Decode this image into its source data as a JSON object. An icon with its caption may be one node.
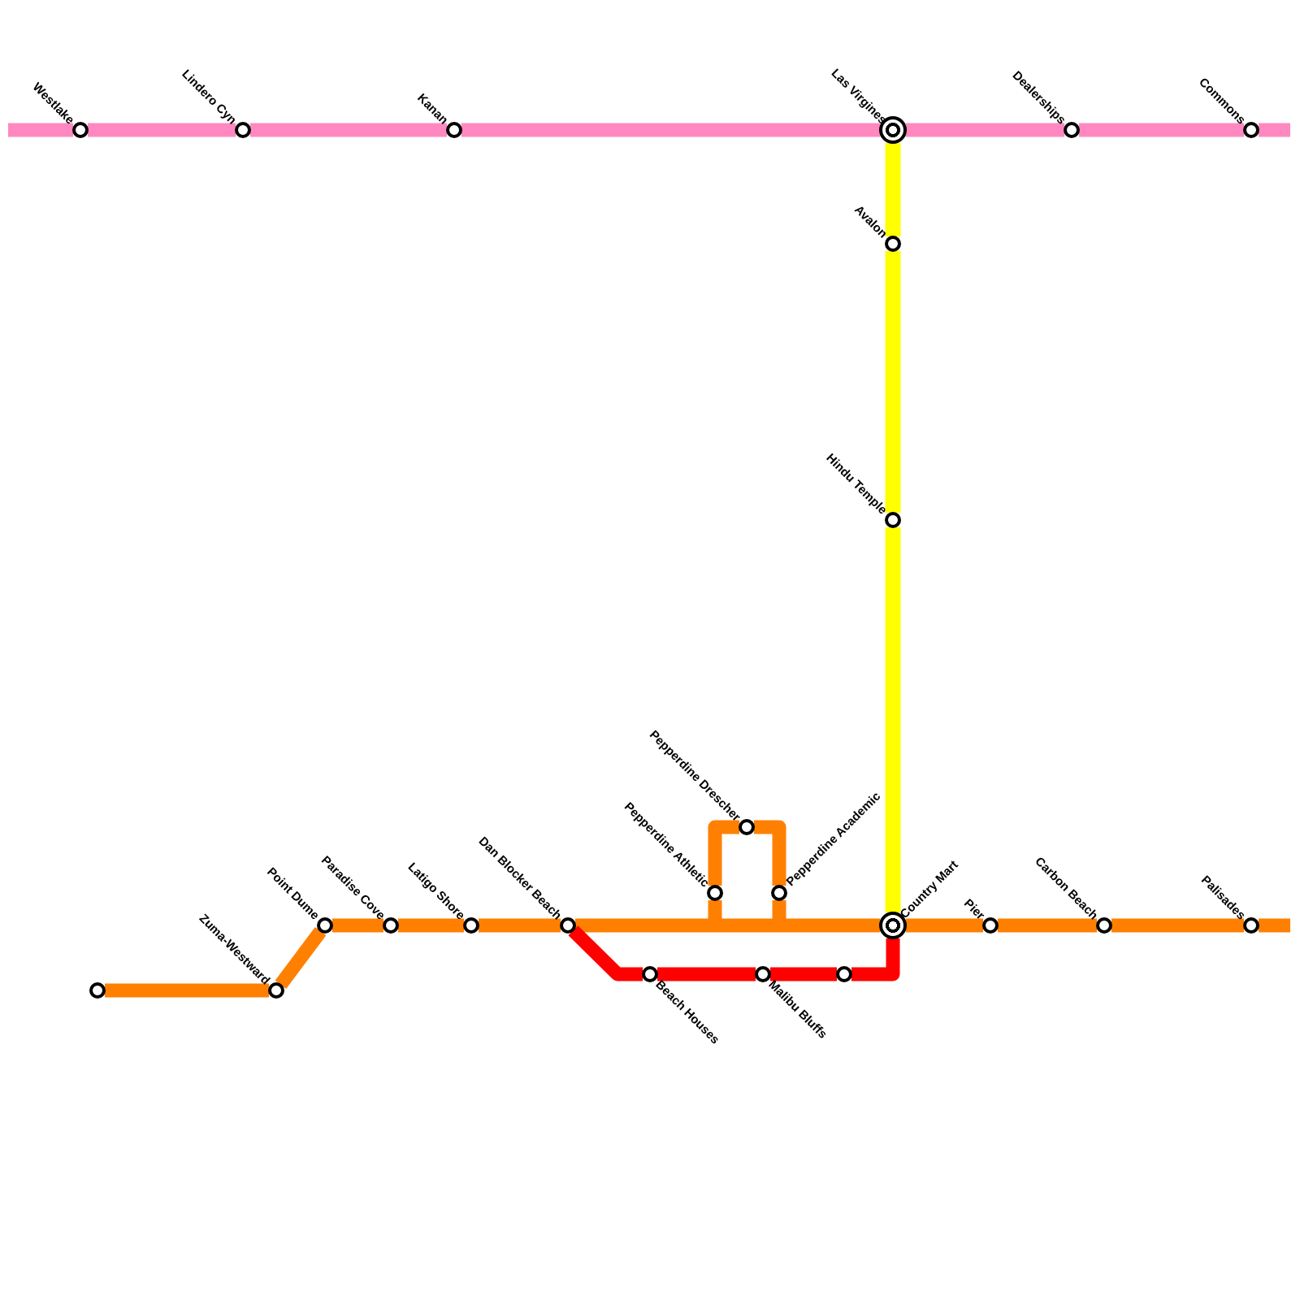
{
  "diagram": {
    "nodes": [
      {
        "text": [
          "Westlake"
        ]
      },
      {
        "text": [
          "Lindero Cyn"
        ]
      },
      {
        "text": [
          "Kanan"
        ]
      },
      {
        "text": [
          "Las Virgines"
        ]
      },
      {
        "text": [
          "Dealerships"
        ]
      },
      {
        "text": [
          "Commons"
        ]
      },
      {
        "text": [
          "Avalon"
        ]
      },
      {
        "text": [
          "Hindu Temple"
        ]
      },
      {
        "text": [],
        "shape": "circle"
      },
      {
        "text": [
          "Zuma-Westward"
        ]
      },
      {
        "text": [
          "Point Dume"
        ]
      },
      {
        "text": [
          "Paradise Cove"
        ]
      },
      {
        "text": [
          "Latigo Shore"
        ]
      },
      {
        "text": [
          "Dan Blocker Beach"
        ]
      },
      {
        "text": [
          "Pepperdine Drescher"
        ]
      },
      {
        "text": [
          "Pepperdine Athletic"
        ]
      },
      {
        "text": [
          "Pepperdine Academic"
        ]
      },
      {
        "text": [
          "Country Mart"
        ]
      },
      {
        "text": [
          "Pier"
        ]
      },
      {
        "text": [
          "Carbon Beach"
        ]
      },
      {
        "text": [
          "Palisades"
        ]
      },
      {
        "text": [
          "Beach Houses"
        ]
      },
      {
        "text": [
          "Malibu Bluffs"
        ]
      },
      {
        "text": [],
        "shape": "circle"
      }
    ],
    "edges": [
      {
        "from": null,
        "to": 0,
        "arrow": "none",
        "color": "#ff88c0"
      },
      {
        "from": 0,
        "to": 1,
        "arrow": "none",
        "color": "#ff88c0"
      },
      {
        "from": 1,
        "to": 2,
        "arrow": "none",
        "color": "#ff88c0"
      },
      {
        "from": 2,
        "to": 3,
        "arrow": "none",
        "color": "#ff88c0"
      },
      {
        "from": 3,
        "to": 4,
        "arrow": "none",
        "color": "#ff88c0"
      },
      {
        "from": 4,
        "to": 5,
        "arrow": "none",
        "color": "#ff88c0"
      },
      {
        "from": 5,
        "to": null,
        "arrow": "none",
        "color": "#ff88c0"
      },
      {
        "from": 3,
        "to": 6,
        "arrow": "none",
        "color": "#ffff00"
      },
      {
        "from": 6,
        "to": 7,
        "arrow": "none",
        "color": "#ffff00"
      },
      {
        "from": 7,
        "to": 17,
        "arrow": "none",
        "color": "#ffff00"
      },
      {
        "from": 8,
        "to": 9,
        "arrow": "none"
      },
      {
        "from": 9,
        "to": 10,
        "arrow": "none"
      },
      {
        "from": 10,
        "to": 11,
        "arrow": "none"
      },
      {
        "from": 11,
        "to": 12,
        "arrow": "none"
      },
      {
        "from": 12,
        "to": 13,
        "arrow": "none"
      },
      {
        "from": 13,
        "to": 17,
        "arrow": "none"
      },
      {
        "from": 15,
        "to": 14,
        "arrow": "none"
      },
      {
        "from": 14,
        "to": 16,
        "arrow": "none"
      },
      {
        "from": 15,
        "to": null,
        "arrow": "none"
      },
      {
        "from": 16,
        "to": null,
        "arrow": "none"
      },
      {
        "from": 17,
        "to": 18,
        "arrow": "none"
      },
      {
        "from": 18,
        "to": 19,
        "arrow": "none"
      },
      {
        "from": 19,
        "to": 20,
        "arrow": "none"
      },
      {
        "from": 20,
        "to": null,
        "arrow": "none"
      },
      {
        "from": 13,
        "to": 21,
        "arrow": "none",
        "color": "#ff0000"
      },
      {
        "from": 21,
        "to": 22,
        "arrow": "none",
        "color": "#ff0000"
      },
      {
        "from": 22,
        "to": 23,
        "arrow": "none",
        "color": "#ff0000"
      },
      {
        "from": 23,
        "to": 17,
        "arrow": "none",
        "color": "#ff0000"
      }
    ]
  }
}
